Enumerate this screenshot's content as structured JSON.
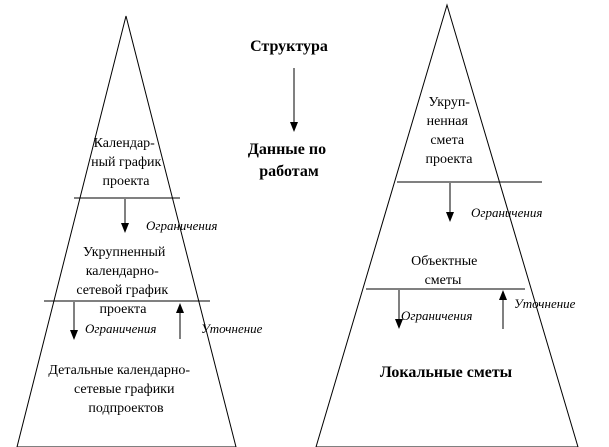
{
  "left_pyramid": {
    "top_label": [
      "Календар-",
      "ный график",
      "проекта"
    ],
    "middle_label": [
      "Укрупненный",
      "календарно-",
      "сетевой график",
      "проекта"
    ],
    "bottom_label": [
      "Детальные календарно-",
      "сетевые графики",
      "подпроектов"
    ],
    "arrow1_label": "Ограничения",
    "arrow2_label": "Ограничения",
    "arrow3_label": "Уточнение"
  },
  "center": {
    "top_label": "Структура",
    "bottom_label": [
      "Данные по",
      "работам"
    ]
  },
  "right_pyramid": {
    "top_label": [
      "Укруп-",
      "ненная",
      "смета",
      "проекта"
    ],
    "middle_label": [
      "Объектные",
      "сметы"
    ],
    "bottom_label": "Локальные сметы",
    "arrow1_label": "Ограничения",
    "arrow2_label": "Ограничения",
    "arrow3_label": "Уточнение"
  }
}
